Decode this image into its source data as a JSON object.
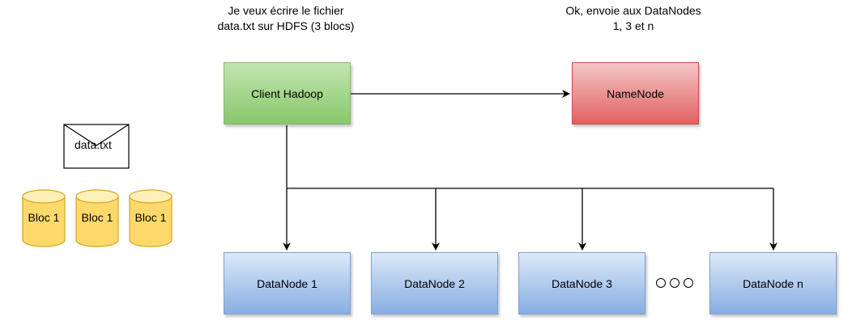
{
  "notes": {
    "client_line1": "Je veux écrire le fichier",
    "client_line2": "data.txt sur HDFS (3 blocs)",
    "namenode_line1": "Ok, envoie aux DataNodes",
    "namenode_line2": "1, 3 et n"
  },
  "nodes": {
    "client": "Client Hadoop",
    "namenode": "NameNode",
    "datanodes": [
      "DataNode 1",
      "DataNode 2",
      "DataNode 3",
      "DataNode n"
    ]
  },
  "file": {
    "label": "data.txt"
  },
  "blocks": [
    "Bloc 1",
    "Bloc 1",
    "Bloc 1"
  ],
  "colors": {
    "client": "#88c86b",
    "namenode": "#e26060",
    "datanode": "#88aee2",
    "block": "#ffd966"
  }
}
